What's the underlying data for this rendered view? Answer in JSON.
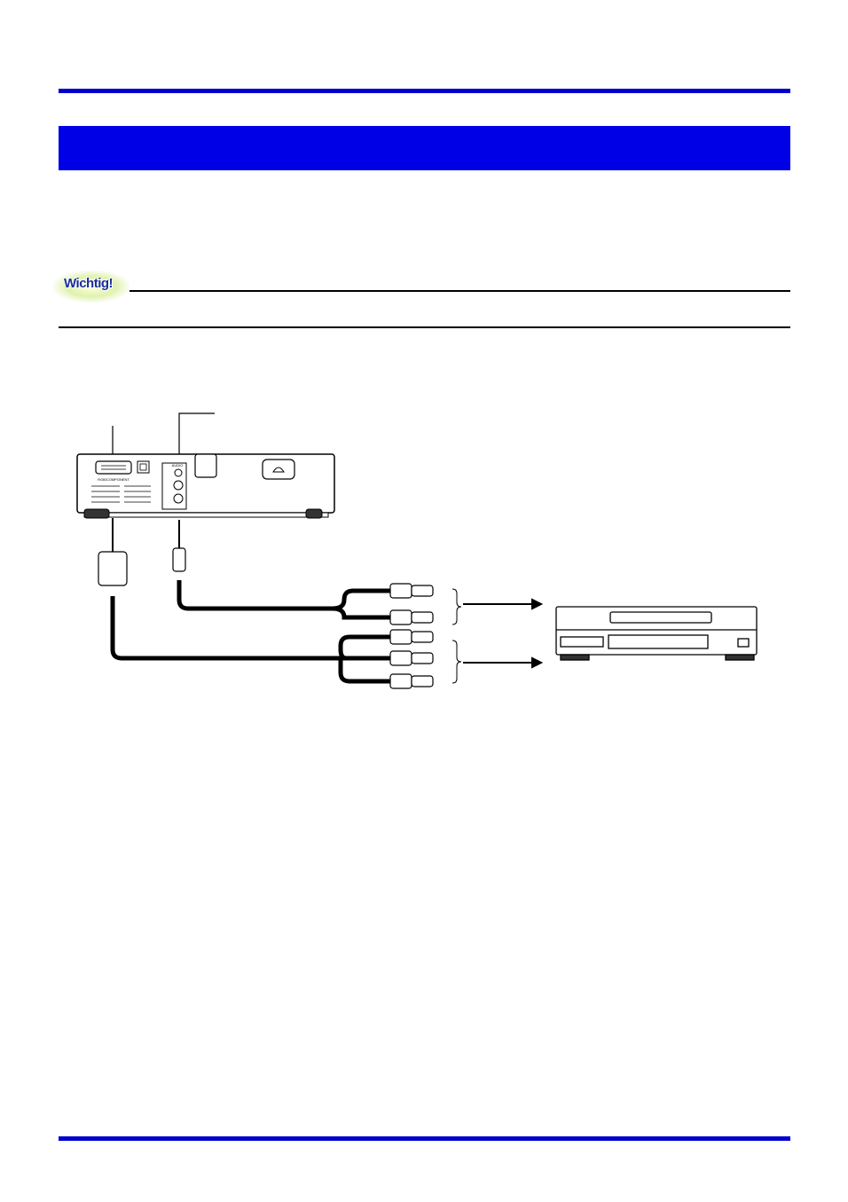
{
  "note": {
    "badge_label": "Wichtig!"
  },
  "diagram": {
    "projector_port_labels": {
      "rgb": "RGB/COMPONENT",
      "audio": "AUDIO"
    },
    "icons": [
      "usb-icon",
      "power-inlet-icon"
    ]
  },
  "colors": {
    "accent_rule": "#0000cc",
    "banner": "#0000e6",
    "badge_text": "#1a2d9a"
  }
}
